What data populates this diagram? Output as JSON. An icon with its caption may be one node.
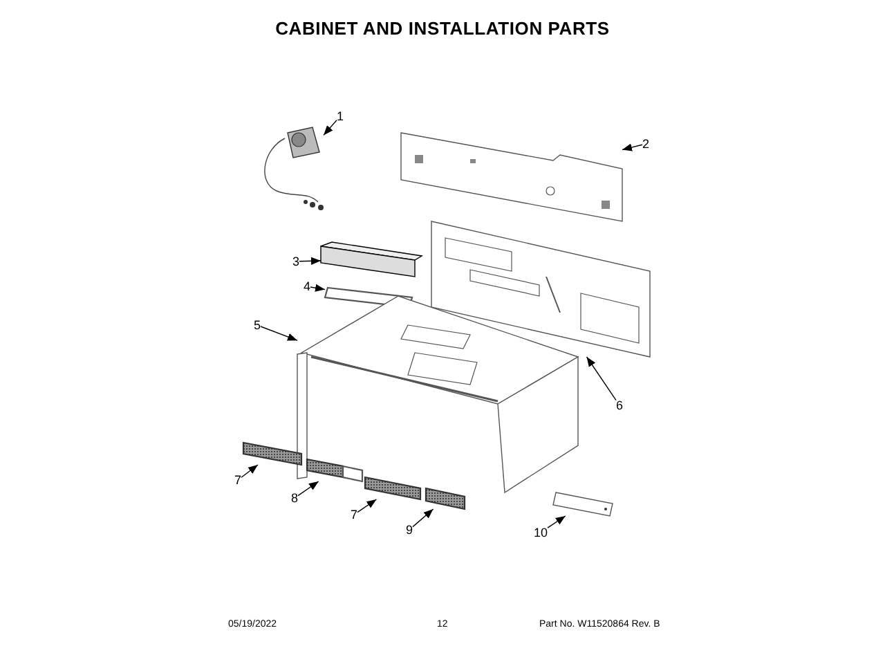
{
  "diagram": {
    "title": "CABINET AND INSTALLATION PARTS",
    "nodes": [
      {
        "text": [
          "1"
        ]
      },
      {
        "text": [],
        "shape": "picture"
      },
      {
        "text": [
          "2"
        ]
      },
      {
        "text": [],
        "shape": "picture"
      },
      {
        "text": [
          "3"
        ]
      },
      {
        "text": [],
        "shape": "box"
      },
      {
        "text": [
          "4"
        ]
      },
      {
        "text": [],
        "shape": "bar"
      },
      {
        "text": [
          "5"
        ]
      },
      {
        "text": [],
        "shape": "picture"
      },
      {
        "text": [
          "6"
        ]
      },
      {
        "text": [],
        "shape": "picture"
      },
      {
        "text": [
          "7"
        ]
      },
      {
        "text": [],
        "shape": "bar"
      },
      {
        "text": [
          "8"
        ]
      },
      {
        "text": [],
        "shape": "bar"
      },
      {
        "text": [
          "7"
        ]
      },
      {
        "text": [],
        "shape": "bar"
      },
      {
        "text": [
          "9"
        ]
      },
      {
        "text": [],
        "shape": "bar"
      },
      {
        "text": [
          "10"
        ]
      },
      {
        "text": [],
        "shape": "picture"
      }
    ],
    "edges": [
      {
        "from": 0,
        "to": 1,
        "arrow": "to"
      },
      {
        "from": 2,
        "to": 3,
        "arrow": "to"
      },
      {
        "from": 4,
        "to": 5,
        "arrow": "to"
      },
      {
        "from": 6,
        "to": 7,
        "arrow": "to"
      },
      {
        "from": 8,
        "to": 9,
        "arrow": "to"
      },
      {
        "from": 10,
        "to": 11,
        "arrow": "to"
      },
      {
        "from": 12,
        "to": 13,
        "arrow": "to"
      },
      {
        "from": 14,
        "to": 15,
        "arrow": "to"
      },
      {
        "from": 16,
        "to": 17,
        "arrow": "to"
      },
      {
        "from": 18,
        "to": 19,
        "arrow": "to"
      },
      {
        "from": 20,
        "to": 21,
        "arrow": "to"
      }
    ],
    "labels": [
      "05/19/2022",
      "12",
      "Part No. W11520864 Rev. B"
    ]
  }
}
